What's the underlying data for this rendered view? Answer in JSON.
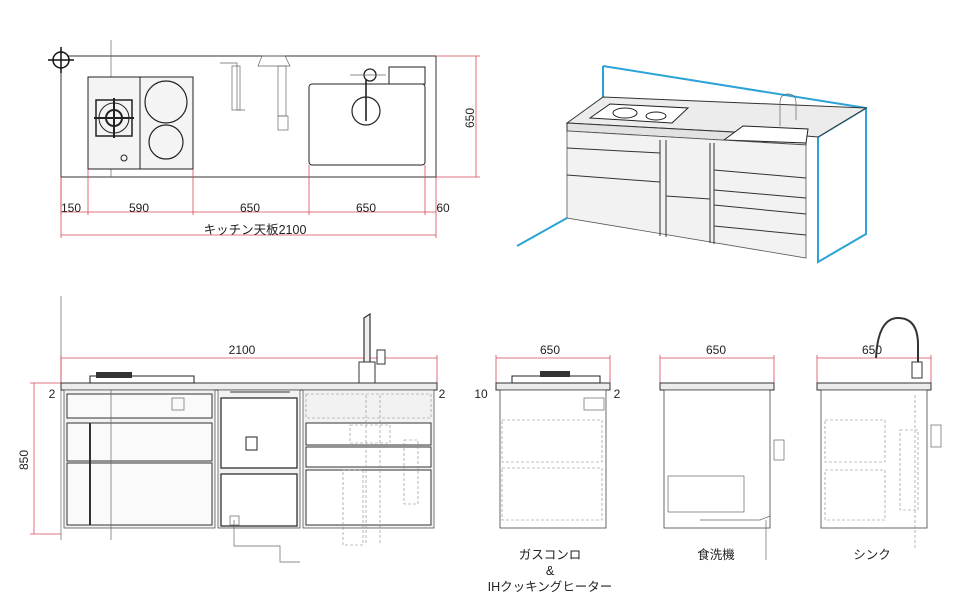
{
  "plan_view": {
    "depth_label": "650",
    "segments": [
      "150",
      "590",
      "650",
      "650",
      "60"
    ],
    "total_label": "キッチン天板2100"
  },
  "front_view": {
    "width_label": "2100",
    "height_label": "850",
    "left_gap": "2",
    "right_gap": "2"
  },
  "side_views": [
    {
      "width_label": "650",
      "offset_left": "10",
      "offset_right": "2",
      "caption_lines": [
        "ガスコンロ",
        "&",
        "IHクッキングヒーター"
      ]
    },
    {
      "width_label": "650",
      "caption_lines": [
        "食洗機"
      ]
    },
    {
      "width_label": "650",
      "caption_lines": [
        "シンク"
      ]
    }
  ],
  "colors": {
    "dimension_line": "#d9485a",
    "perspective_outline": "#2ba3d6"
  }
}
